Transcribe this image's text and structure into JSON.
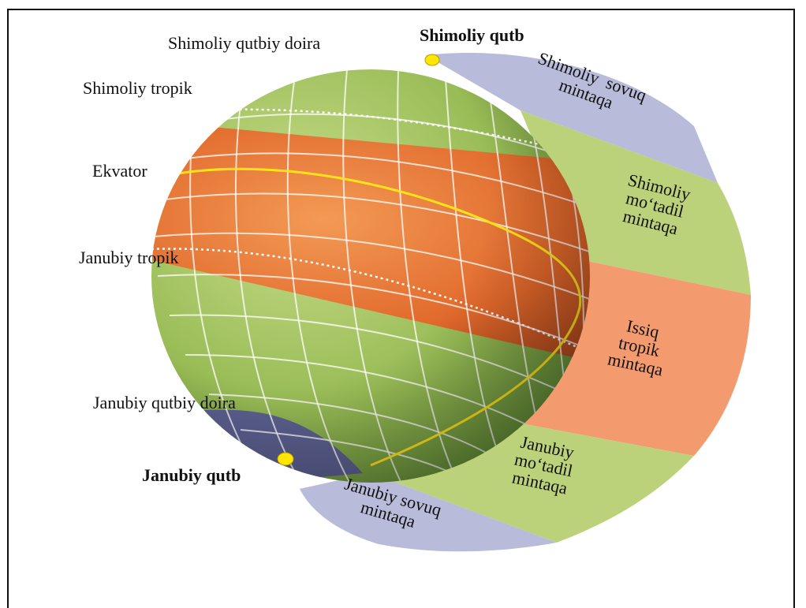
{
  "labels": {
    "north_polar_circle": "Shimoliy  qutbiy doira",
    "north_pole": "Shimoliy qutb",
    "tropic_of_cancer": "Shimoliy tropik",
    "equator": "Ekvator",
    "tropic_of_capricorn": "Janubiy  tropik",
    "south_polar_circle": "Janubiy  qutbiy doira",
    "south_pole": "Janubiy qutb"
  },
  "zones": {
    "north_cold": {
      "line1": "Shimoliy  sovuq",
      "line2": "mintaqa",
      "color": "#b8bbd9"
    },
    "north_temperate": {
      "line1": "Shimoliy",
      "line2": "mo‘tadil",
      "line3": "mintaqa",
      "color": "#bcd27a"
    },
    "hot_tropical": {
      "line1": "Issiq",
      "line2": "tropik",
      "line3": "mintaqa",
      "color": "#f39a6e"
    },
    "south_temperate": {
      "line1": "Janubiy",
      "line2": "mo‘tadil",
      "line3": "mintaqa",
      "color": "#bcd27a"
    },
    "south_cold": {
      "line1": "Janubiy sovuq",
      "line2": "mintaqa",
      "color": "#b8bbd9"
    }
  },
  "colors": {
    "globe_green": "#9ec05a",
    "globe_orange": "#e06a2a",
    "equator_line": "#ffe21a",
    "pole_marker": "#ffe600",
    "polar_cap": "#5b6090"
  }
}
